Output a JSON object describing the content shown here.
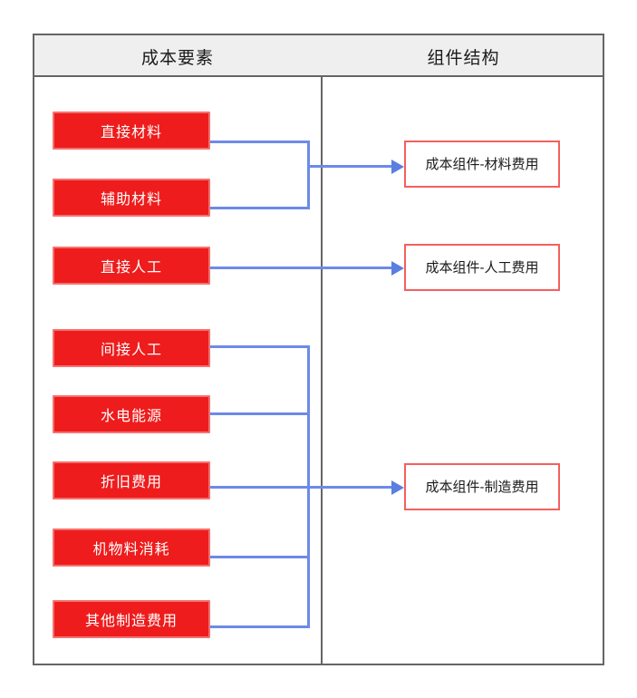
{
  "diagram": {
    "title_columns": {
      "left": "成本要素",
      "right": "组件结构"
    },
    "colors": {
      "element_box_fill": "#ee1c1c",
      "element_box_border": "#f4726f",
      "element_box_text": "#ffffff",
      "component_box_fill": "#ffffff",
      "component_box_border": "#f4605d",
      "component_box_text": "#1a1a1a",
      "connector": "#6c8ae8",
      "arrow": "#5a7fe0",
      "frame": "#656565",
      "header_band": "#efefef"
    },
    "cost_elements": [
      {
        "label": "直接材料",
        "group": "material"
      },
      {
        "label": "辅助材料",
        "group": "material"
      },
      {
        "label": "直接人工",
        "group": "labor"
      },
      {
        "label": "间接人工",
        "group": "manufacturing"
      },
      {
        "label": "水电能源",
        "group": "manufacturing"
      },
      {
        "label": "折旧费用",
        "group": "manufacturing"
      },
      {
        "label": "机物料消耗",
        "group": "manufacturing"
      },
      {
        "label": "其他制造费用",
        "group": "manufacturing"
      }
    ],
    "cost_components": [
      {
        "label": "成本组件-材料费用",
        "group": "material"
      },
      {
        "label": "成本组件-人工费用",
        "group": "labor"
      },
      {
        "label": "成本组件-制造费用",
        "group": "manufacturing"
      }
    ],
    "mappings": [
      {
        "from": [
          "直接材料",
          "辅助材料"
        ],
        "to": "成本组件-材料费用"
      },
      {
        "from": [
          "直接人工"
        ],
        "to": "成本组件-人工费用"
      },
      {
        "from": [
          "间接人工",
          "水电能源",
          "折旧费用",
          "机物料消耗",
          "其他制造费用"
        ],
        "to": "成本组件-制造费用"
      }
    ]
  }
}
